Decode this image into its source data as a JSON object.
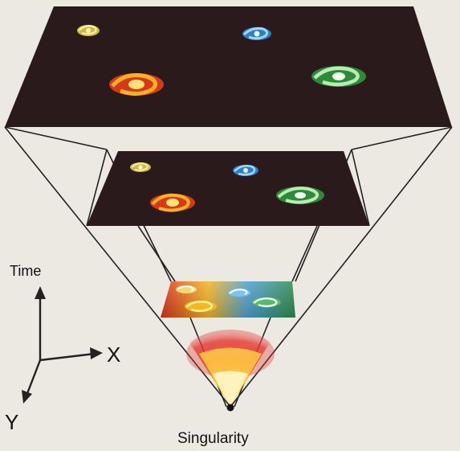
{
  "labels": {
    "time": "Time",
    "x": "X",
    "y": "Y",
    "singularity": "Singularity"
  },
  "colors": {
    "background": "#ece9e3",
    "panel": "#2a1a1c",
    "line": "#222222",
    "galaxy_yellow": "#e8d86a",
    "galaxy_blue": "#4fa8e6",
    "galaxy_red": "#e8501c",
    "galaxy_green": "#3fae4a"
  },
  "icons": [
    "yellow-galaxy-icon",
    "blue-galaxy-icon",
    "red-galaxy-icon",
    "green-galaxy-icon",
    "singularity-point-icon"
  ]
}
